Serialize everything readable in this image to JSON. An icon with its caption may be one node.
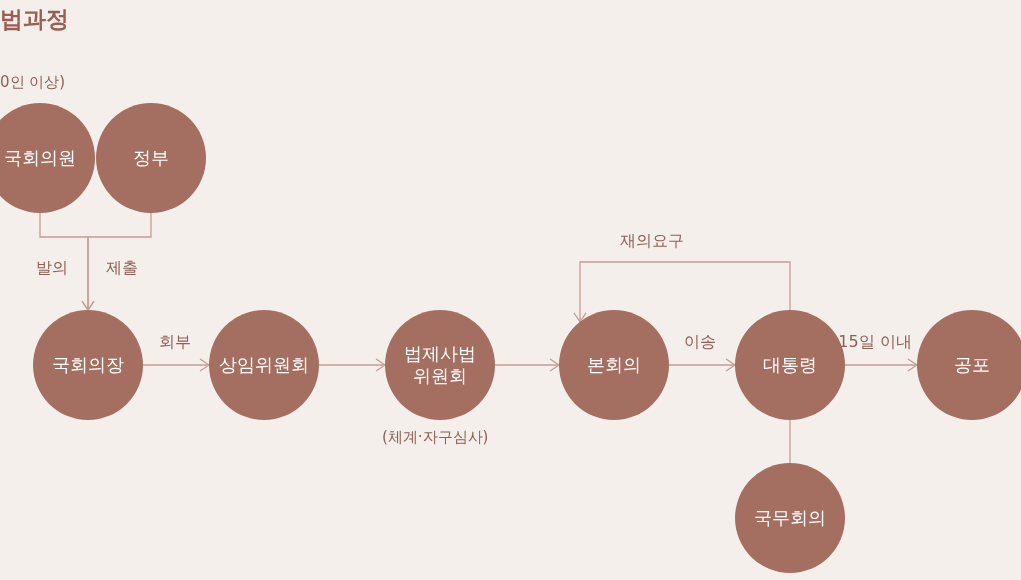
{
  "diagram": {
    "title": "법과정",
    "nodes": [
      {
        "text": [
          "국회의원"
        ],
        "beside": [
          "0인 이상)"
        ]
      },
      {
        "text": [
          "정부"
        ]
      },
      {
        "text": [
          "국회의장"
        ]
      },
      {
        "text": [
          "상임위원회"
        ]
      },
      {
        "text": [
          "법제사법 위원회"
        ],
        "beside": [
          "(체계·자구심사)"
        ]
      },
      {
        "text": [
          "본회의"
        ]
      },
      {
        "text": [
          "대통령"
        ]
      },
      {
        "text": [
          "국무회의"
        ]
      },
      {
        "text": [
          "공포"
        ]
      }
    ],
    "edges": [
      {
        "from": 0,
        "to": 2,
        "arrow": "to",
        "label": "발의"
      },
      {
        "from": 1,
        "to": 2,
        "arrow": "to",
        "label": "제출"
      },
      {
        "from": 2,
        "to": 3,
        "arrow": "to",
        "label": "회부"
      },
      {
        "from": 3,
        "to": 4,
        "arrow": "to"
      },
      {
        "from": 4,
        "to": 5,
        "arrow": "to"
      },
      {
        "from": 5,
        "to": 6,
        "arrow": "to",
        "label": "이송"
      },
      {
        "from": 6,
        "to": 5,
        "arrow": "to",
        "label": "재의요구"
      },
      {
        "from": 6,
        "to": 7,
        "arrow": "none"
      },
      {
        "from": 6,
        "to": 8,
        "arrow": "to",
        "label": "15일 이내"
      }
    ]
  }
}
